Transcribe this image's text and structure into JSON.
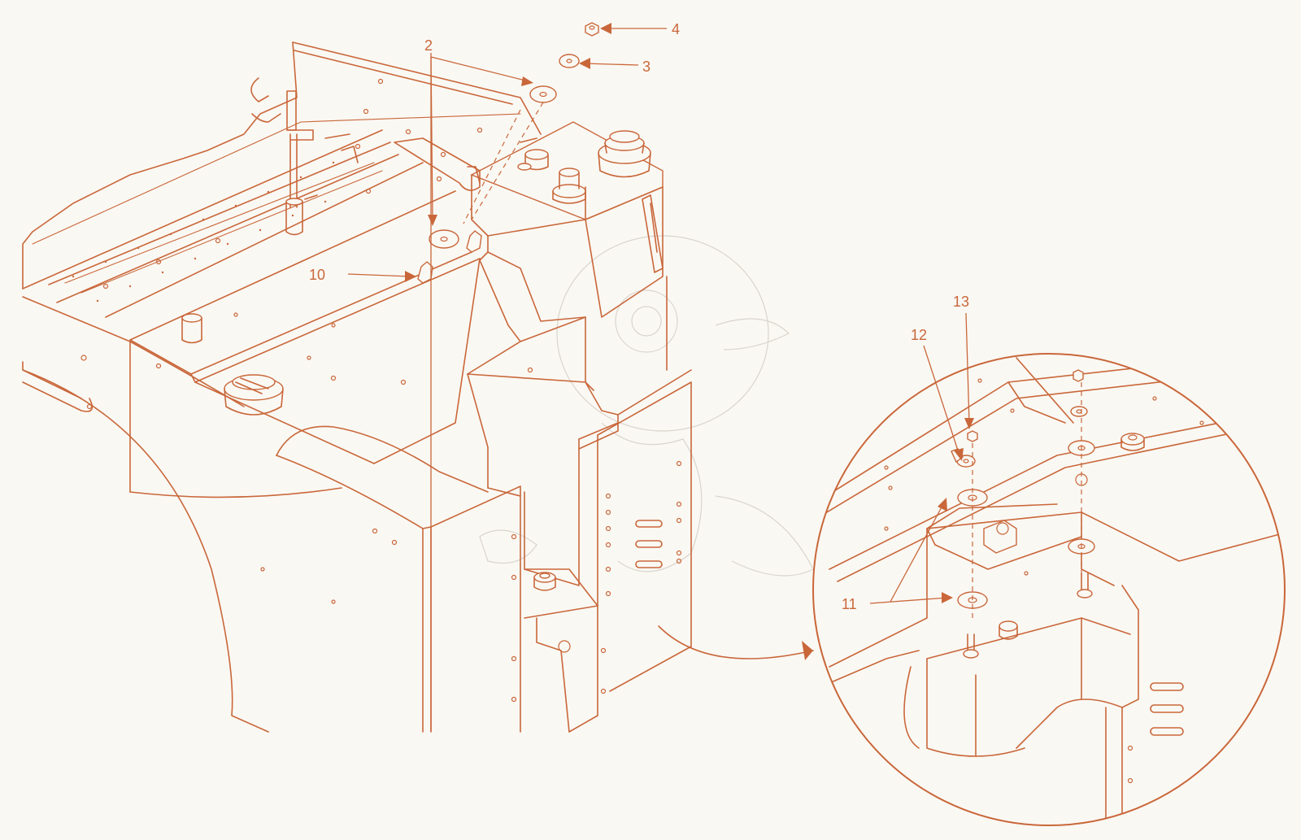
{
  "colors": {
    "line": "#c9673a",
    "background": "#faf8f3",
    "watermark": "#d9d5cc"
  },
  "callouts": [
    {
      "id": "c2",
      "label": "2"
    },
    {
      "id": "c3",
      "label": "3"
    },
    {
      "id": "c4",
      "label": "4"
    },
    {
      "id": "c10",
      "label": "10"
    },
    {
      "id": "c11",
      "label": "11"
    },
    {
      "id": "c12",
      "label": "12"
    },
    {
      "id": "c13",
      "label": "13"
    }
  ],
  "detail_view": {
    "shape": "circle-magnifier",
    "arrow": "curved-pointer"
  }
}
